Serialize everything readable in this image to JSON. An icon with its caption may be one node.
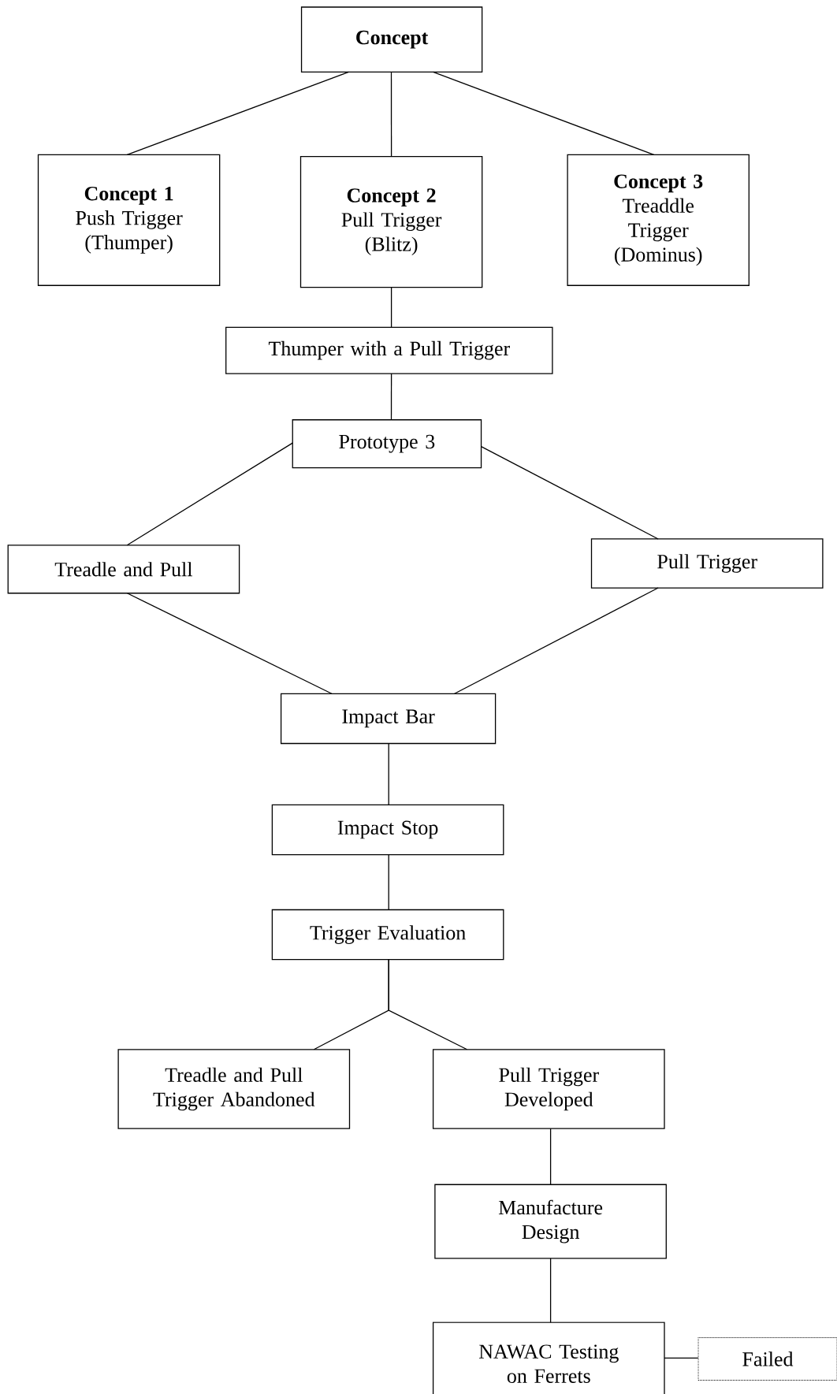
{
  "diagram": {
    "nodes": [
      {
        "text": [
          "Concept"
        ]
      },
      {
        "text": [
          "Concept 1",
          "Push Trigger (Thumper)"
        ]
      },
      {
        "text": [
          "Concept 2",
          "Pull Trigger (Blitz)"
        ]
      },
      {
        "text": [
          "Concept 3",
          "Treaddle Trigger (Dominus)"
        ]
      },
      {
        "text": [
          "Thumper with a Pull Trigger"
        ]
      },
      {
        "text": [
          "Prototype 3"
        ]
      },
      {
        "text": [
          "Treadle and Pull"
        ]
      },
      {
        "text": [
          "Pull Trigger"
        ]
      },
      {
        "text": [
          "Impact Bar"
        ]
      },
      {
        "text": [
          "Impact Stop"
        ]
      },
      {
        "text": [
          "Trigger Evaluation"
        ]
      },
      {
        "text": [
          "Treadle and Pull Trigger Abandoned"
        ]
      },
      {
        "text": [
          "Pull Trigger Developed"
        ]
      },
      {
        "text": [
          "Manufacture Design"
        ]
      },
      {
        "text": [
          "NAWAC Testing on Ferrets"
        ]
      },
      {
        "text": [
          "Failed"
        ]
      }
    ],
    "edges": [
      {
        "from": 0,
        "to": 1,
        "arrow": "none"
      },
      {
        "from": 0,
        "to": 2,
        "arrow": "none"
      },
      {
        "from": 0,
        "to": 3,
        "arrow": "none"
      },
      {
        "from": 2,
        "to": 4,
        "arrow": "none"
      },
      {
        "from": 4,
        "to": 5,
        "arrow": "none"
      },
      {
        "from": 5,
        "to": 6,
        "arrow": "none"
      },
      {
        "from": 5,
        "to": 7,
        "arrow": "none"
      },
      {
        "from": 6,
        "to": 8,
        "arrow": "none"
      },
      {
        "from": 7,
        "to": 8,
        "arrow": "none"
      },
      {
        "from": 8,
        "to": 9,
        "arrow": "none"
      },
      {
        "from": 9,
        "to": 10,
        "arrow": "none"
      },
      {
        "from": 10,
        "to": 11,
        "arrow": "none"
      },
      {
        "from": 10,
        "to": 12,
        "arrow": "none"
      },
      {
        "from": 12,
        "to": 13,
        "arrow": "none"
      },
      {
        "from": 13,
        "to": 14,
        "arrow": "none"
      },
      {
        "from": 14,
        "to": 15,
        "arrow": "none"
      }
    ]
  }
}
